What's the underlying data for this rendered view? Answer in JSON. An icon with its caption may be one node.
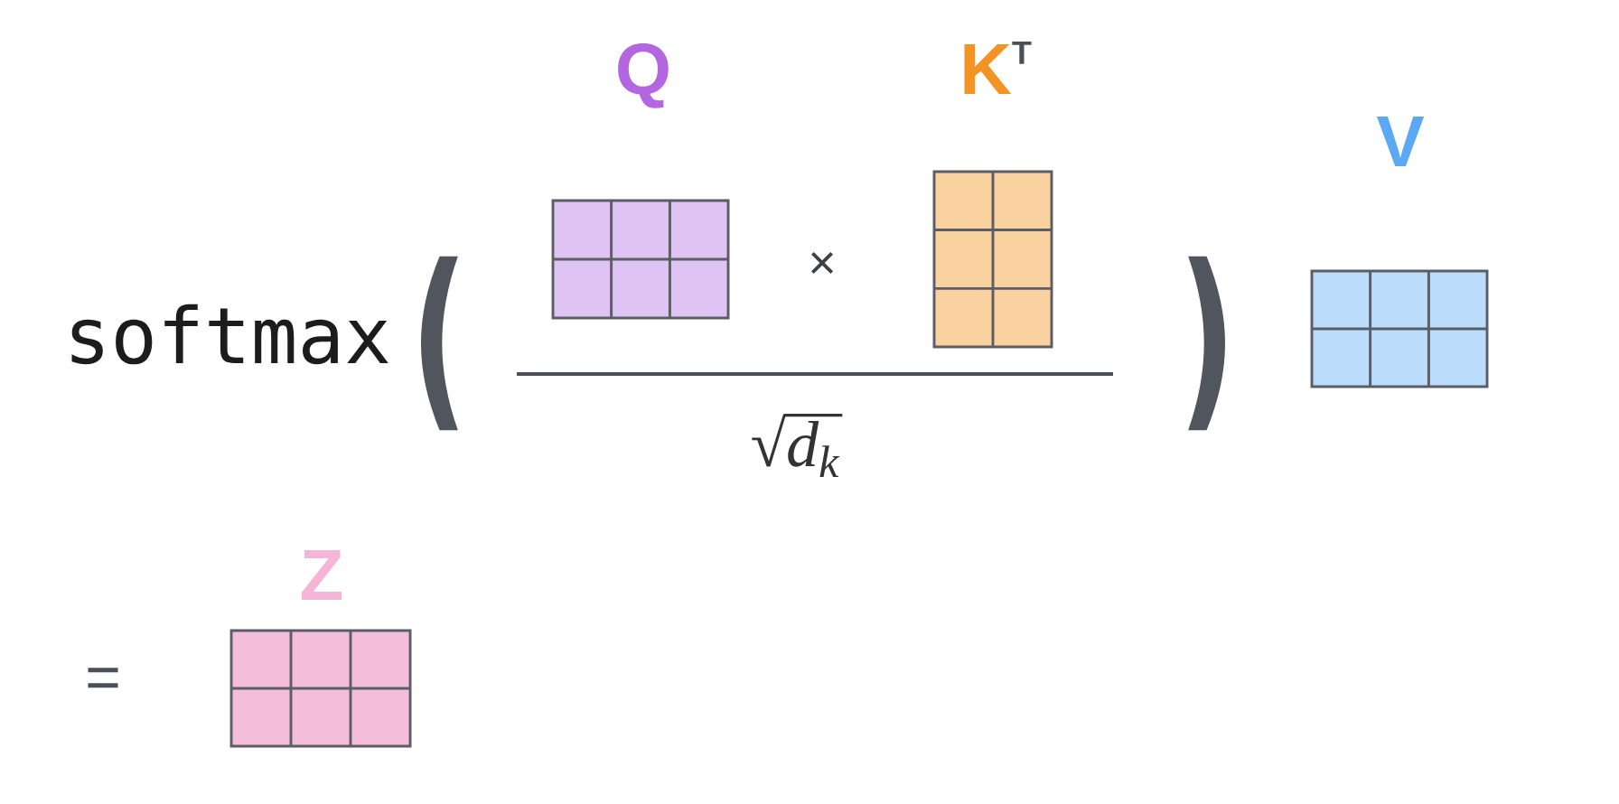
{
  "diagram": {
    "nodes": [
      {
        "text": [
          "Q"
        ]
      },
      {
        "text": [
          "K$^{T}$"
        ]
      },
      {
        "text": [
          "V"
        ]
      },
      {
        "text": [
          "Z"
        ]
      }
    ],
    "labels": [
      "softmax",
      "(",
      "×",
      "√d$_{k}$",
      ")",
      "="
    ]
  }
}
